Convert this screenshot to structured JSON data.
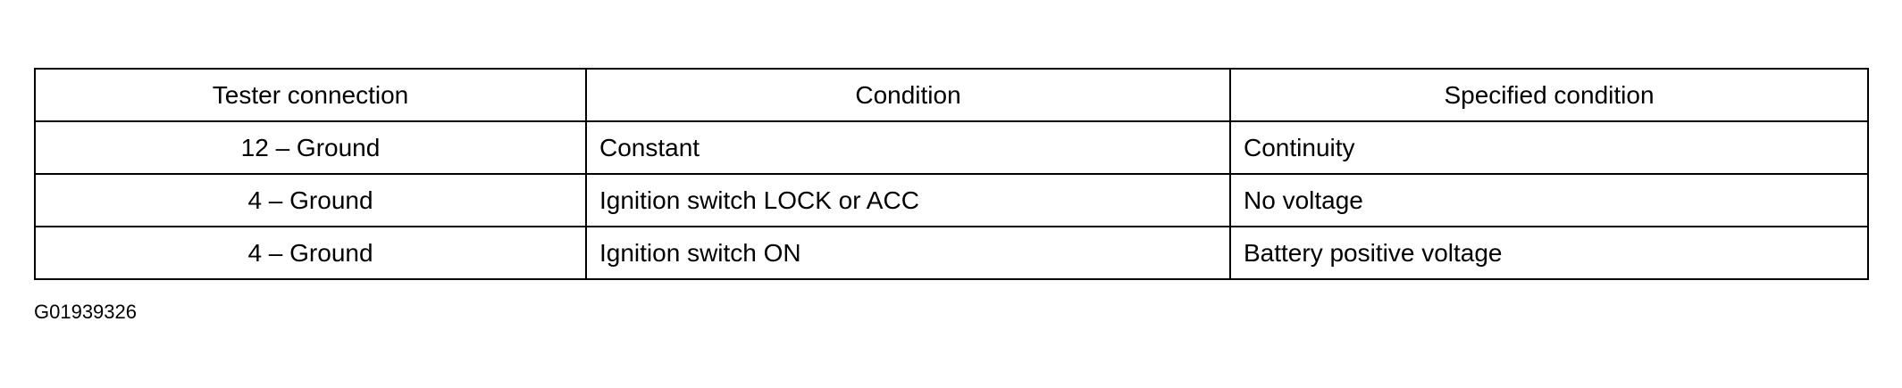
{
  "table": {
    "headers": [
      "Tester connection",
      "Condition",
      "Specified condition"
    ],
    "rows": [
      [
        "12 – Ground",
        "Constant",
        "Continuity"
      ],
      [
        "4 – Ground",
        "Ignition switch LOCK or ACC",
        "No voltage"
      ],
      [
        "4 – Ground",
        "Ignition switch ON",
        "Battery positive voltage"
      ]
    ]
  },
  "figure_id": "G01939326"
}
